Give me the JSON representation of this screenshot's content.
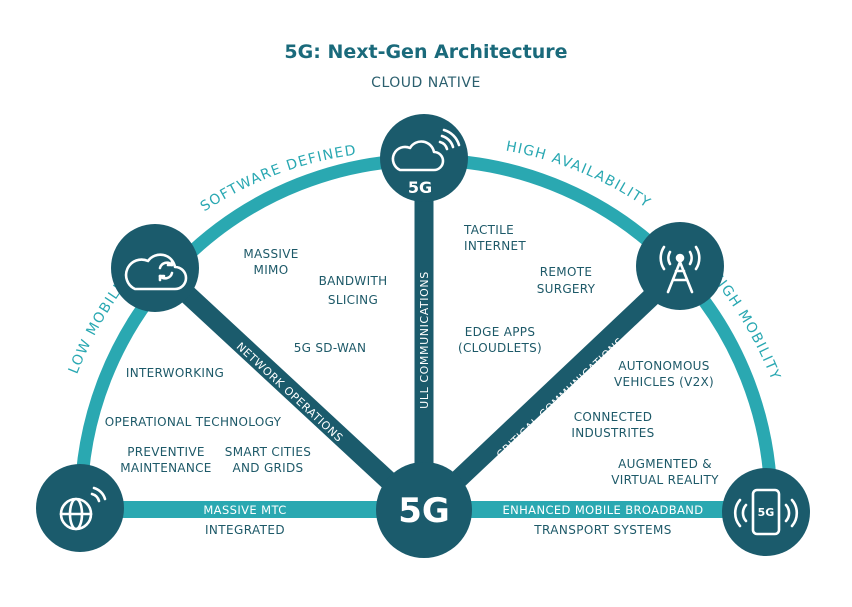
{
  "title": "5G: Next-Gen Architecture",
  "subtitle": "CLOUD NATIVE",
  "colors": {
    "dark_teal": "#1b5b6c",
    "light_teal": "#2aa8b1",
    "text": "#1d5968"
  },
  "arc_labels": {
    "software_defined": "SOFTWARE DEFINED",
    "high_availability": "HIGH AVAILABILITY",
    "low_mobility": "LOW MOBILITY",
    "high_mobility": "HIGH MOBILITY"
  },
  "spokes": {
    "network_operations": "NETWORK OPERATIONS",
    "ull_communications": "ULL COMMUNICATIONS",
    "critical_communications": "CRITICAL COMMUNICATIONS",
    "massive_mtc": "MASSIVE MTC",
    "enhanced_mobile_broadband": "ENHANCED MOBILE BROADBAND"
  },
  "base_sub": {
    "integrated": "INTEGRATED",
    "transport": "TRANSPORT SYSTEMS"
  },
  "center": {
    "label": "5G"
  },
  "nodes": {
    "top_cloud_label": "5G",
    "phone_label": "5G",
    "icons": [
      "cloud-sync-icon",
      "cloud-wireless-icon",
      "cell-tower-icon",
      "globe-wireless-icon",
      "smartphone-icon"
    ]
  },
  "items": {
    "massive_mimo": [
      "MASSIVE",
      "MIMO"
    ],
    "bandwith_slicing": [
      "BANDWITH",
      "SLICING"
    ],
    "sd_wan": [
      "5G SD-WAN"
    ],
    "tactile_internet": [
      "TACTILE",
      "INTERNET"
    ],
    "remote_surgery": [
      "REMOTE",
      "SURGERY"
    ],
    "edge_apps": [
      "EDGE APPS",
      "(CLOUDLETS)"
    ],
    "interworking": [
      "INTERWORKING"
    ],
    "operational_technology": [
      "OPERATIONAL TECHNOLOGY"
    ],
    "preventive_maintenance": [
      "PREVENTIVE",
      "MAINTENANCE"
    ],
    "smart_cities": [
      "SMART CITIES",
      "AND GRIDS"
    ],
    "autonomous_vehicles": [
      "AUTONOMOUS",
      "VEHICLES (V2X)"
    ],
    "connected_industries": [
      "CONNECTED",
      "INDUSTRITES"
    ],
    "ar_vr": [
      "AUGMENTED &",
      "VIRTUAL REALITY"
    ]
  }
}
